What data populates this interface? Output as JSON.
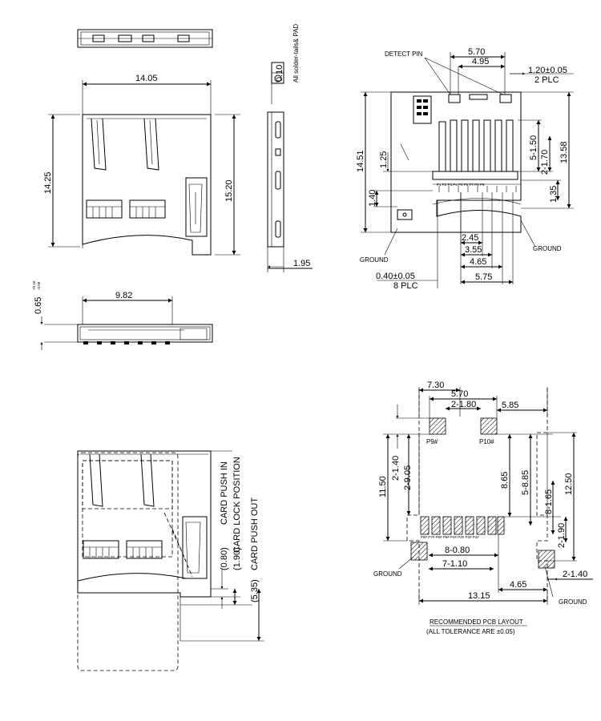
{
  "top_left": {
    "width": "14.05",
    "height_left": "14.25",
    "height_right": "15.20",
    "side_thickness": "1.95",
    "coplanarity": "0.10",
    "coplanarity_note": "All solder-tails& PAD"
  },
  "front_view": {
    "width": "9.82",
    "height": "0.65",
    "tol_plus": "+0.10",
    "tol_minus": "-0.08"
  },
  "pin_detail": {
    "detect_pin": "DETECT PIN",
    "d570": "5.70",
    "d495": "4.95",
    "pitch_label": "1.20±0.05",
    "pitch_count": "2 PLC",
    "h1451": "14.51",
    "h1358": "13.58",
    "h125": "1.25",
    "h140": "1.40",
    "h150": "5-1.50",
    "h170": "2-1.70",
    "h135": "1.35",
    "d245": "2.45",
    "d355": "3.55",
    "d465": "4.65",
    "d575": "5.75",
    "pad_label": "0.40±0.05",
    "pad_count": "8 PLC",
    "ground_left": "GROUND",
    "ground_right": "GROUND",
    "pins": [
      "P1",
      "P2",
      "P3",
      "P4",
      "P5",
      "P6",
      "P7",
      "P8",
      "P9",
      "P10"
    ]
  },
  "push_view": {
    "push_in_val": "(0.80)",
    "push_in": "CARD PUSH IN",
    "lock_val": "(1.90)",
    "lock": "CARD LOCK POSITION",
    "out_val": "(5.35)",
    "out": "CARD PUSH OUT"
  },
  "pcb_layout": {
    "d730": "7.30",
    "d570": "5.70",
    "d2_180": "2-1.80",
    "d585": "5.85",
    "p9": "P9#",
    "p10": "P10#",
    "d1150": "11.50",
    "d2_140": "2-1.40",
    "d2_905": "2-9.05",
    "d865": "8.65",
    "d5_885": "5-8.85",
    "d8_165": "8-1.65",
    "d1250": "12.50",
    "d2_190": "2-1.90",
    "d8_080": "8-0.80",
    "d7_110": "7-1.10",
    "d465": "4.65",
    "d2_140b": "2-1.40",
    "d1315": "13.15",
    "ground_left": "GROUND",
    "ground_right": "GROUND",
    "pads": [
      "P8#",
      "P7#",
      "P6#",
      "P5#",
      "P4#",
      "P3#",
      "P2#",
      "P1#"
    ],
    "caption1": "RECOMMENDED PCB LAYOUT",
    "caption2": "(ALL TOLERANCE ARE ±0.05)"
  }
}
